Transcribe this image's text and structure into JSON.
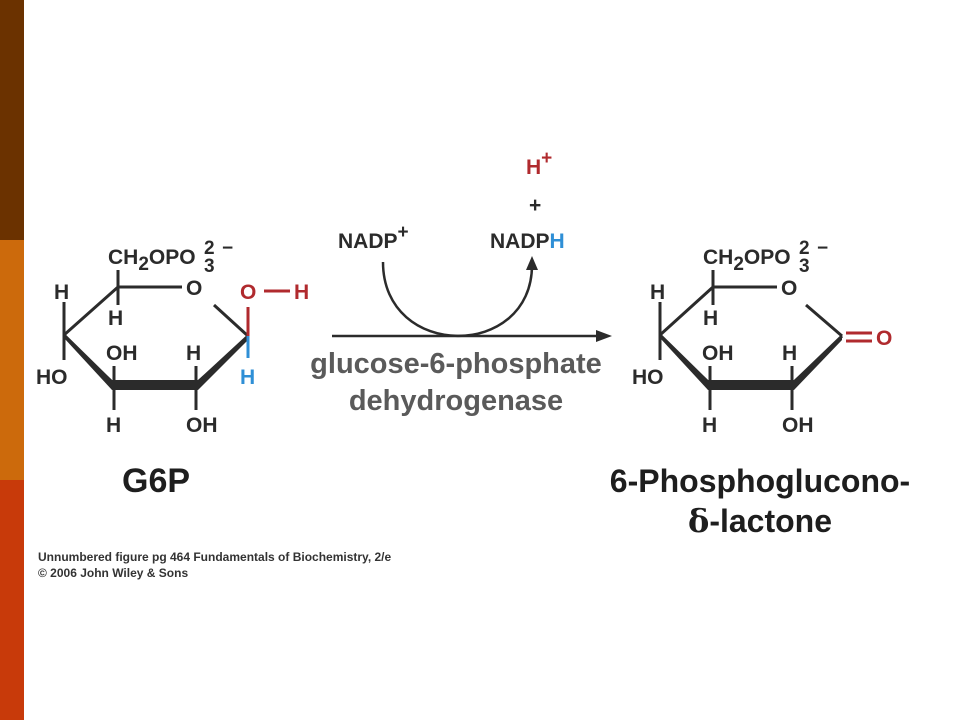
{
  "sidebar": {
    "colors": [
      "#6b3200",
      "#cc6a0c",
      "#c83a0a"
    ]
  },
  "colors": {
    "red": "#b02a2e",
    "blue": "#2f8fd6",
    "text": "#2b2b2b",
    "grey_text": "#5a5a5a"
  },
  "g6p": {
    "ch2opo3": "CH",
    "sub2": "2",
    "opo": "OPO",
    "sup2": "2",
    "sub3": "3",
    "minus": "−",
    "ring_o": "O",
    "h_left": "H",
    "h_top": "H",
    "oh_mid": "OH",
    "h_mid": "H",
    "ho": "HO",
    "h_bottom": "H",
    "oh_bottom": "OH",
    "o_red": "O",
    "h_red": "H",
    "h_blue": "H",
    "name": "G6P"
  },
  "reaction": {
    "h_plus_h": "H",
    "h_plus_sup": "+",
    "plus": "+",
    "nadp": "NADP",
    "nadp_sup": "+",
    "nadph_prefix": "NADP",
    "nadph_h": "H",
    "enzyme_line1": "glucose-6-phosphate",
    "enzyme_line2": "dehydrogenase"
  },
  "lactone": {
    "ch2opo3": "CH",
    "sub2": "2",
    "opo": "OPO",
    "sup2": "2",
    "sub3": "3",
    "minus": "−",
    "ring_o": "O",
    "h_left": "H",
    "h_top": "H",
    "oh_mid": "OH",
    "h_mid": "H",
    "ho": "HO",
    "h_bottom": "H",
    "oh_bottom": "OH",
    "o_red": "O",
    "name_line1": "6-Phosphoglucono-",
    "name_delta": "δ",
    "name_line2": "-lactone"
  },
  "caption": {
    "line1": "Unnumbered figure pg 464  Fundamentals of Biochemistry, 2/e",
    "line2": "© 2006 John Wiley & Sons"
  }
}
